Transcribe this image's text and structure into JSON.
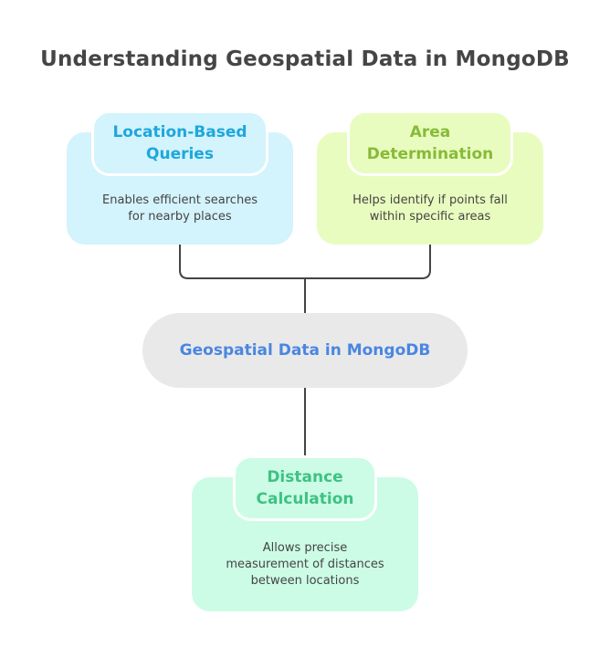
{
  "title": "Understanding Geospatial Data in MongoDB",
  "center": {
    "label": "Geospatial Data in MongoDB"
  },
  "nodes": [
    {
      "id": "location",
      "title_lines": [
        "Location-Based",
        "Queries"
      ],
      "description_lines": [
        "Enables efficient searches",
        "for nearby places"
      ],
      "colors": {
        "card": "#d3f3fd",
        "title": "#1ea7dc"
      }
    },
    {
      "id": "area",
      "title_lines": [
        "Area",
        "Determination"
      ],
      "description_lines": [
        "Helps identify if points fall",
        "within specific areas"
      ],
      "colors": {
        "card": "#e9fcbf",
        "title": "#86bb38"
      }
    },
    {
      "id": "distance",
      "title_lines": [
        "Distance",
        "Calculation"
      ],
      "description_lines": [
        "Allows precise",
        "measurement of distances",
        "between locations"
      ],
      "colors": {
        "card": "#ccfce6",
        "title": "#3ec283"
      }
    }
  ],
  "colors": {
    "connector": "#444444",
    "center_bg": "#e9e9ea",
    "center_text": "#4a86e0",
    "title_text": "#454545"
  }
}
